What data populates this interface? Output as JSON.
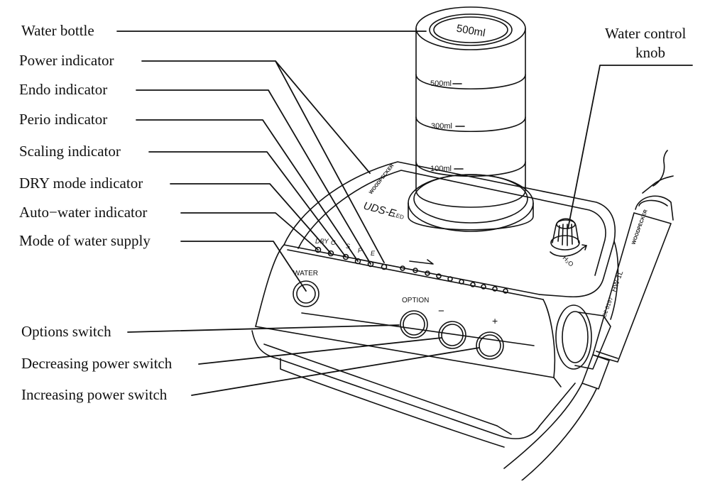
{
  "labels": {
    "water_bottle": "Water  bottle",
    "power_indicator": "Power indicator",
    "endo_indicator": "Endo  indicator",
    "perio_indicator": "Perio  indicator",
    "scaling_indicator": "Scaling indicator",
    "dry_mode_indicator": "DRY mode indicator",
    "auto_water_indicator": "Auto−water  indicator",
    "mode_of_water_supply": "Mode of water supply",
    "water_control_knob_line1": "Water control",
    "water_control_knob_line2": "knob",
    "options_switch": "Options switch",
    "decreasing_power_switch": "Decreasing power switch",
    "increasing_power_switch": "Increasing power switch"
  },
  "device": {
    "bottle_cap": "500ml",
    "bottle_marks": [
      "500ml",
      "300ml",
      "100ml"
    ],
    "brand": "WOODPECKER",
    "model": "UDS-E",
    "model_badge": "LED",
    "water_button": "WATER",
    "option_button": "OPTION",
    "minus_symbol": "−",
    "plus_symbol": "+",
    "indicator_letters": [
      "DRY",
      "C",
      "S",
      "P",
      "E"
    ],
    "knob_label": "H₂O",
    "handpiece_brand": "WOODPECKER",
    "handpiece_model": "HW-1L",
    "handpiece_ce": "C€ 0197"
  }
}
